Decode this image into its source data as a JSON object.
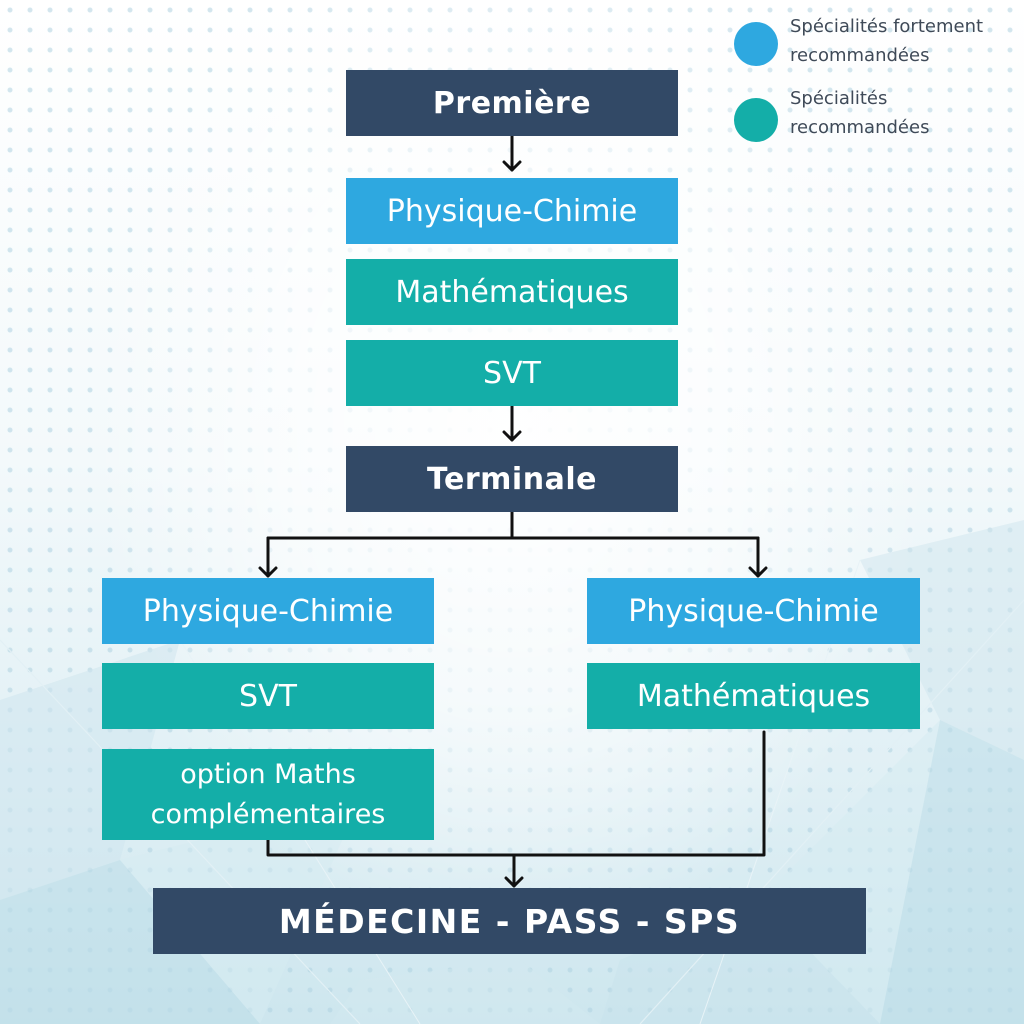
{
  "colors": {
    "navy": "#324966",
    "strong": "#2ea8e0",
    "recommended": "#14aea8",
    "line": "#111111"
  },
  "legend": {
    "strong": {
      "line1": "Spécialités fortement",
      "line2": "recommandées"
    },
    "recommended": {
      "line1": "Spécialités",
      "line2": "recommandées"
    }
  },
  "premiere": {
    "title": "Première",
    "items": [
      "Physique-Chimie",
      "Mathématiques",
      "SVT"
    ]
  },
  "terminale": {
    "title": "Terminale",
    "left": {
      "items": [
        "Physique-Chimie",
        "SVT"
      ],
      "option_line1": "option Maths",
      "option_line2": "complémentaires"
    },
    "right": {
      "items": [
        "Physique-Chimie",
        "Mathématiques"
      ]
    }
  },
  "final": {
    "title": "MÉDECINE - PASS - SPS"
  }
}
